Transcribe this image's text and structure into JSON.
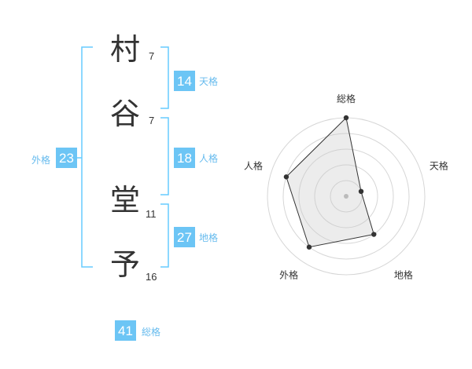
{
  "colors": {
    "accent": "#66ccff",
    "badge": "#6cc5f5",
    "label": "#66bbee",
    "text": "#333333",
    "ring": "#d6d6d6",
    "fill": "#eeeeee"
  },
  "name_chars": [
    {
      "char": "村",
      "strokes": "7"
    },
    {
      "char": "谷",
      "strokes": "7"
    },
    {
      "char": "堂",
      "strokes": "11"
    },
    {
      "char": "予",
      "strokes": "16"
    }
  ],
  "fortunes": {
    "tenkaku": {
      "label": "天格",
      "value": "14"
    },
    "jinkaku": {
      "label": "人格",
      "value": "18"
    },
    "chikaku": {
      "label": "地格",
      "value": "27"
    },
    "gaikaku": {
      "label": "外格",
      "value": "23"
    },
    "soukaku": {
      "label": "総格",
      "value": "41"
    }
  },
  "chart_data": {
    "type": "radar",
    "axes": [
      "総格",
      "天格",
      "地格",
      "外格",
      "人格"
    ],
    "values": [
      5,
      1,
      3,
      4,
      4
    ],
    "max": 5,
    "rings": 5
  }
}
